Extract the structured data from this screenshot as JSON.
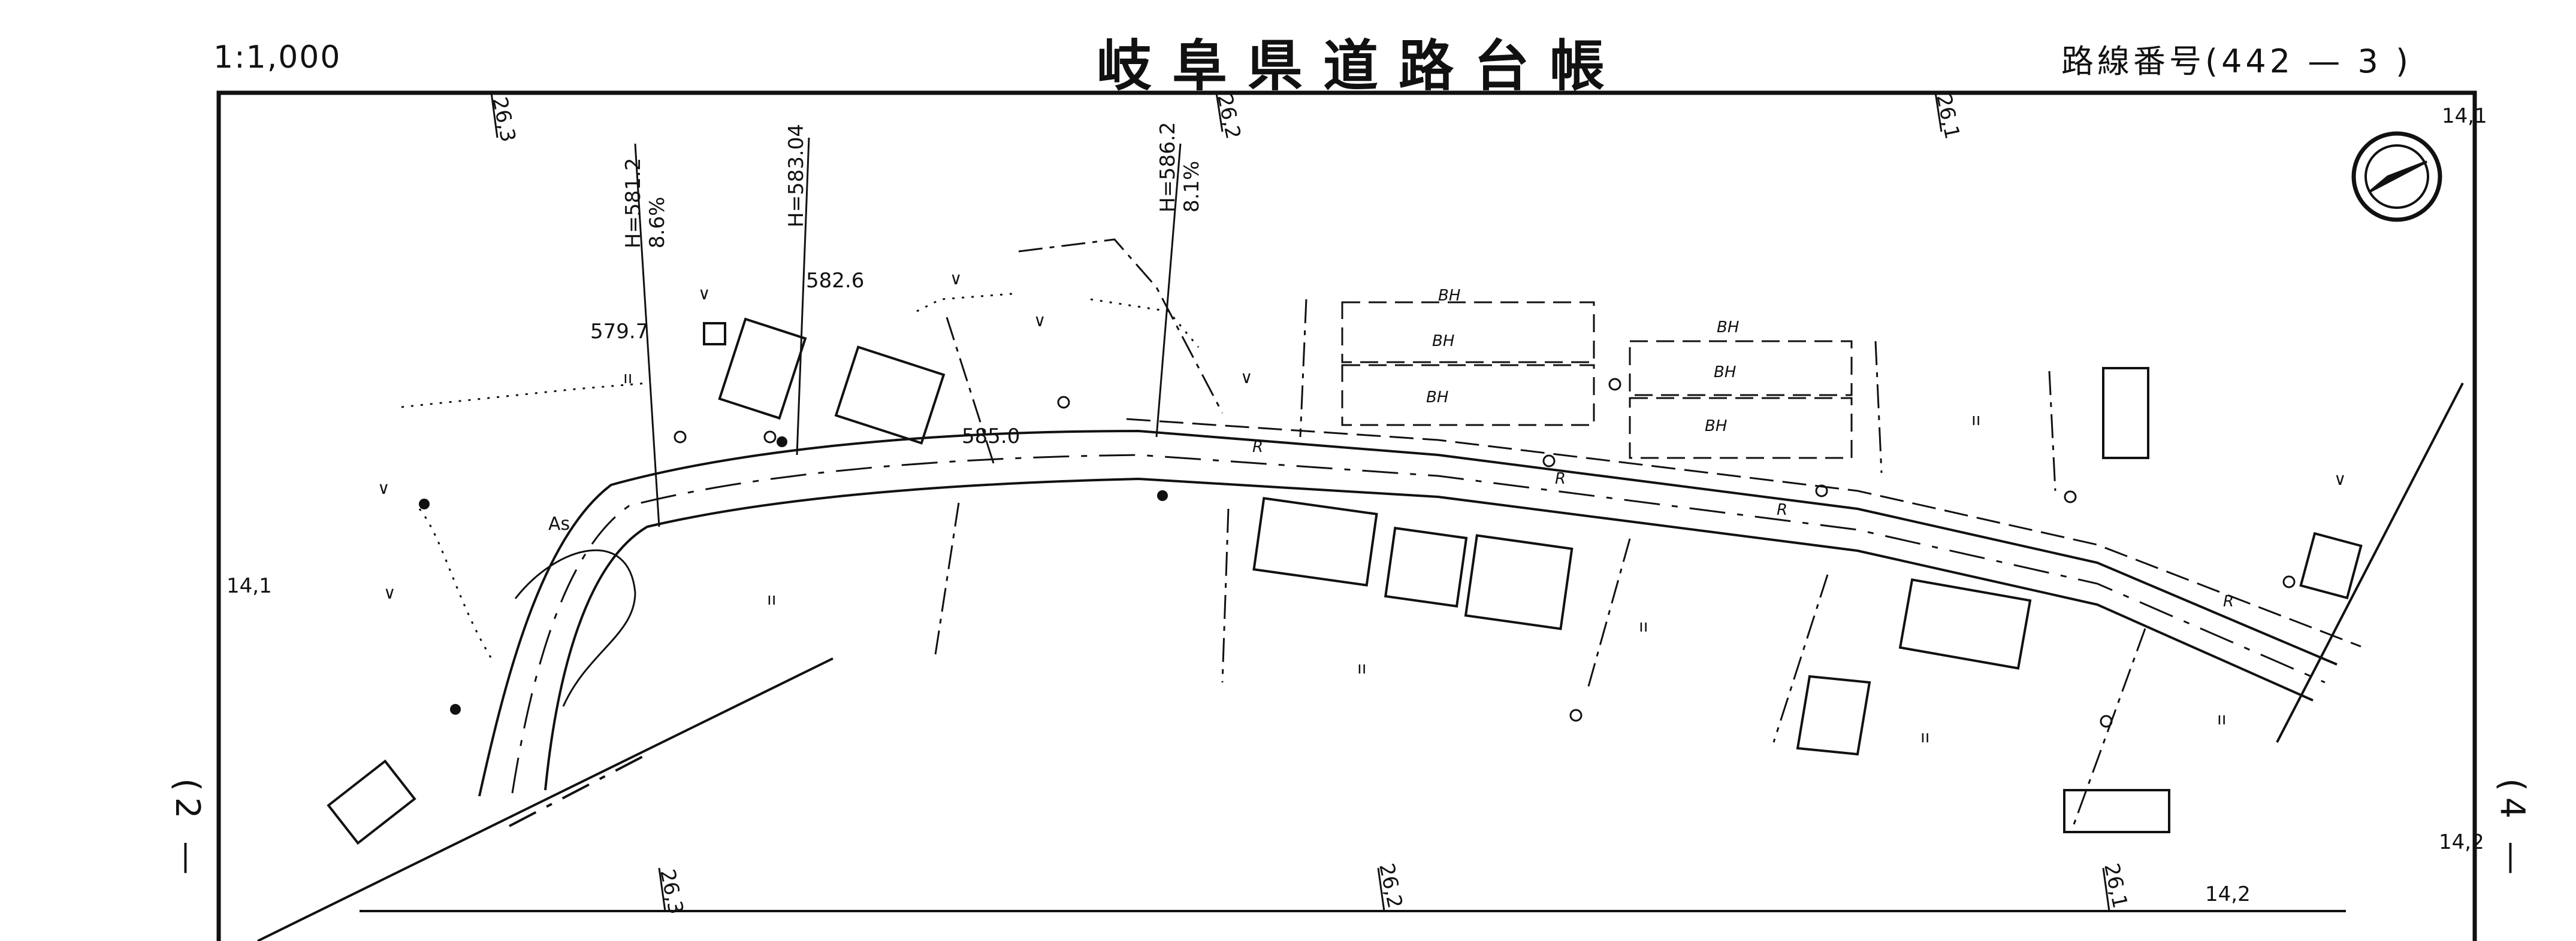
{
  "header": {
    "scale": "1:1,000",
    "title": "岐阜県道路台帳",
    "route": "路線番号(442 — 3 )"
  },
  "side": {
    "left_page": "(2 —",
    "right_page": "(4 —"
  },
  "map": {
    "frame_labels": {
      "top_left_grid": "26,3",
      "top_mid_grid": "26,2",
      "top_right_grid": "26,1",
      "bottom_left_grid": "26,3",
      "bottom_mid_grid": "26,2",
      "bottom_right_grid": "26,1",
      "left_edge": "14,1",
      "right_top_edge": "14,1",
      "right_bottom_edge": "14,2",
      "bottom_right_edge": "14,2"
    },
    "elevations": {
      "h1": "H=581.2",
      "g1": "8.6%",
      "h2": "H=583.04",
      "h3": "H=586.2",
      "g3": "8.1%",
      "spot1": "579.7",
      "spot2": "582.6",
      "spot3": "585.0"
    },
    "symbols": {
      "bh": "BH",
      "r": "R",
      "as": "As",
      "field": "ıı",
      "field_v": "∨"
    },
    "colors": {
      "ink": "#111111",
      "paper": "#ffffff"
    }
  }
}
